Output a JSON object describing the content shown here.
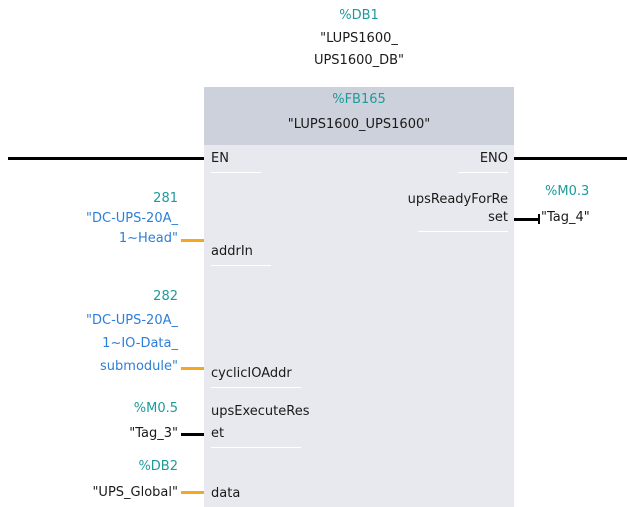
{
  "instance": {
    "address": "%DB1",
    "name_line1": "\"LUPS1600_",
    "name_line2": "UPS1600_DB\""
  },
  "block": {
    "address": "%FB165",
    "name": "\"LUPS1600_UPS1600\""
  },
  "pins": {
    "en": "EN",
    "eno": "ENO",
    "addrIn": "addrIn",
    "cyclicIOAddr": "cyclicIOAddr",
    "upsExecuteReset_line1": "upsExecuteRes",
    "upsExecuteReset_line2": "et",
    "data": "data",
    "upsReadyForReset_line1": "upsReadyForRe",
    "upsReadyForReset_line2": "set"
  },
  "inputs": {
    "addrIn": {
      "value": "281",
      "line1": "\"DC-UPS-20A_",
      "line2": "1~Head\""
    },
    "cyclicIOAddr": {
      "value": "282",
      "line1": "\"DC-UPS-20A_",
      "line2": "1~IO-Data_",
      "line3": "submodule\""
    },
    "upsExecuteReset": {
      "address": "%M0.5",
      "tag": "\"Tag_3\""
    },
    "data": {
      "address": "%DB2",
      "tag": "\"UPS_Global\""
    }
  },
  "outputs": {
    "upsReadyForReset": {
      "address": "%M0.3",
      "tag": "\"Tag_4\""
    }
  },
  "colors": {
    "teal": "#1d9b9b",
    "blue": "#2d7fd8",
    "orange": "#f5a623",
    "block_body": "#e7e9ee",
    "block_header": "#cdd1db"
  }
}
